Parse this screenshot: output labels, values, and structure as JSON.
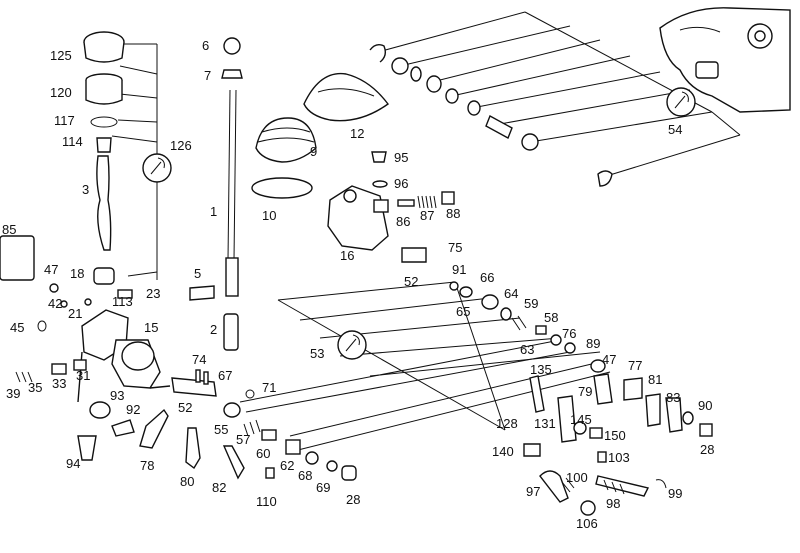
{
  "diagram": {
    "colors": {
      "ink": "#111111",
      "paper": "#ffffff"
    },
    "icons": [
      "wrench-icon",
      "wrench-icon",
      "wrench-icon"
    ],
    "callouts": {
      "c125": "125",
      "c120": "120",
      "c117": "117",
      "c114": "114",
      "c126": "126",
      "c3": "3",
      "c6": "6",
      "c7": "7",
      "c1": "1",
      "c5": "5",
      "c2": "2",
      "c9": "9",
      "c10": "10",
      "c12": "12",
      "c95": "95",
      "c96": "96",
      "c86": "86",
      "c87": "87",
      "c88": "88",
      "c16": "16",
      "c75": "75",
      "c91": "91",
      "c52a": "52",
      "c66": "66",
      "c65": "65",
      "c64": "64",
      "c59": "59",
      "c58": "58",
      "c76": "76",
      "c63": "63",
      "c89": "89",
      "c135": "135",
      "c47a": "47",
      "c77": "77",
      "c81": "81",
      "c83": "83",
      "c90": "90",
      "c79": "79",
      "c128": "128",
      "c131": "131",
      "c145": "145",
      "c150": "150",
      "c140": "140",
      "c103": "103",
      "c100": "100",
      "c97": "97",
      "c98": "98",
      "c99": "99",
      "c106": "106",
      "c28a": "28",
      "c28b": "28",
      "c54": "54",
      "c85": "85",
      "c47b": "47",
      "c18": "18",
      "c42": "42",
      "c21": "21",
      "c113": "113",
      "c23": "23",
      "c45": "45",
      "c15": "15",
      "c31": "31",
      "c39": "39",
      "c35": "35",
      "c33": "33",
      "c93": "93",
      "c92": "92",
      "c94": "94",
      "c78": "78",
      "c74": "74",
      "c67": "67",
      "c52b": "52",
      "c71": "71",
      "c55": "55",
      "c57": "57",
      "c60": "60",
      "c62": "62",
      "c68": "68",
      "c69": "69",
      "c80": "80",
      "c82": "82",
      "c110": "110",
      "c53": "53"
    }
  }
}
